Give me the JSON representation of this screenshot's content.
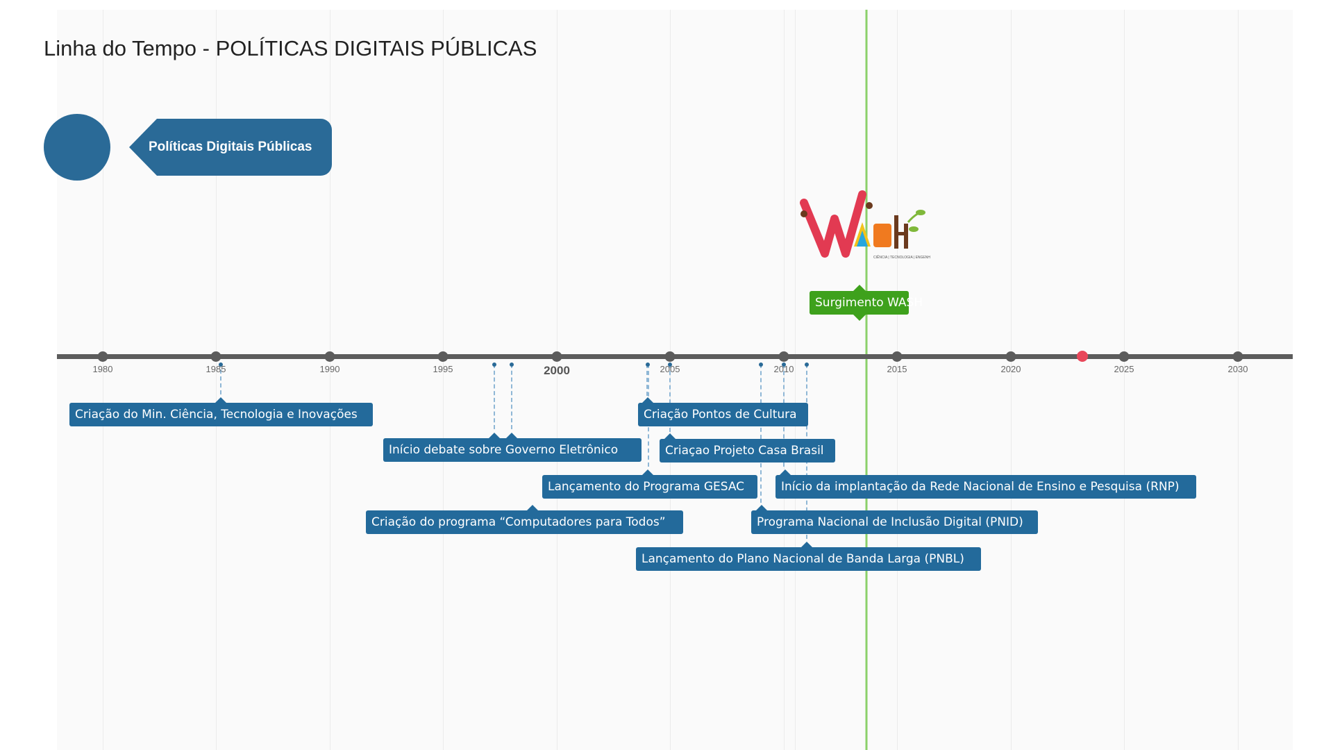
{
  "title": "Linha do Tempo - POLÍTICAS DIGITAIS PÚBLICAS",
  "legend": {
    "label": "Políticas Digitais Públicas",
    "color": "#2a6a97"
  },
  "axis": {
    "ticks": [
      "1980",
      "1985",
      "1990",
      "1995",
      "2000",
      "2005",
      "2010",
      "2015",
      "2020",
      "2025",
      "2030"
    ],
    "major": "2000",
    "today_color": "#e8475a"
  },
  "wash": {
    "label": "Surgimento WASH",
    "logo_caption": "CIÊNCIA | TECNOLOGIA | ENGENHARIA | ARTES | MATEMÁTICA",
    "color": "#3ea11c"
  },
  "events": [
    {
      "label": "Criação do Min. Ciência, Tecnologia e Inovações",
      "color": "#236a9b"
    },
    {
      "label": "Início debate sobre Governo Eletrônico",
      "color": "#236a9b"
    },
    {
      "label": "Criação do programa “Computadores para Todos”",
      "color": "#236a9b"
    },
    {
      "label": "Criação Pontos de Cultura",
      "color": "#236a9b"
    },
    {
      "label": "Criaçao Projeto Casa Brasil",
      "color": "#236a9b"
    },
    {
      "label": "Lançamento do Programa GESAC",
      "color": "#236a9b"
    },
    {
      "label": "Início da implantação da Rede Nacional de Ensino e Pesquisa (RNP)",
      "color": "#236a9b"
    },
    {
      "label": "Programa Nacional de Inclusão Digital (PNID)",
      "color": "#236a9b"
    },
    {
      "label": "Lançamento do Plano Nacional de Banda Larga (PNBL)",
      "color": "#236a9b"
    }
  ]
}
